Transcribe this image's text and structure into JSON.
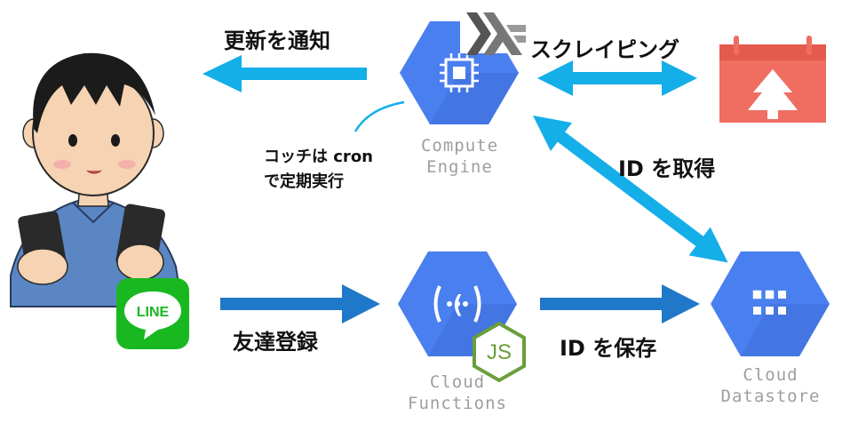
{
  "labels": {
    "notify": "更新を通知",
    "scraping": "スクレイピング",
    "get_id": "ID を取得",
    "save_id": "ID を保存",
    "add_friend": "友達登録",
    "cron_line1": "コッチは cron",
    "cron_line2": "で定期実行"
  },
  "services": {
    "compute_engine": {
      "line1": "Compute",
      "line2": "Engine"
    },
    "cloud_functions": {
      "line1": "Cloud",
      "line2": "Functions"
    },
    "cloud_datastore": {
      "line1": "Cloud",
      "line2": "Datastore"
    }
  },
  "badges": {
    "line": "LINE",
    "nodejs": "JS"
  },
  "colors": {
    "gcp_blue": "#4a7ff0",
    "gcp_blue_dark": "#3f6fd8",
    "arrow_light": "#14aee8",
    "arrow_dark": "#1f78c8",
    "line_green": "#19b820",
    "calendar_red": "#ef6e61",
    "node_green": "#6a9e3a"
  }
}
